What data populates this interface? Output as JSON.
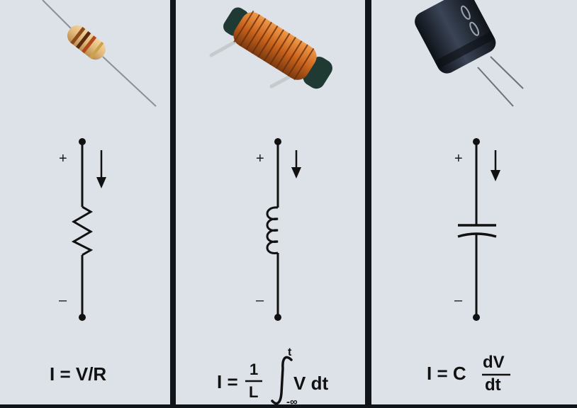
{
  "panels": [
    {
      "component": "resistor",
      "plus": "+",
      "minus": "–",
      "formula": "I = V/R"
    },
    {
      "component": "inductor",
      "plus": "+",
      "minus": "–",
      "formula": {
        "lhs": "I =",
        "num": "1",
        "den": "L",
        "upper": "t",
        "lower": "-∞",
        "integrand": "V dt"
      }
    },
    {
      "component": "capacitor",
      "plus": "+",
      "minus": "–",
      "formula": {
        "lhs": "I = C",
        "num": "dV",
        "den": "dt"
      }
    }
  ],
  "colors": {
    "panel_bg": "#dde2e8",
    "divider": "#111418",
    "wire": "#111111",
    "copper": "#c8621c",
    "resistor_body": "#e2b87a",
    "capacitor_body": "#1e2430"
  }
}
